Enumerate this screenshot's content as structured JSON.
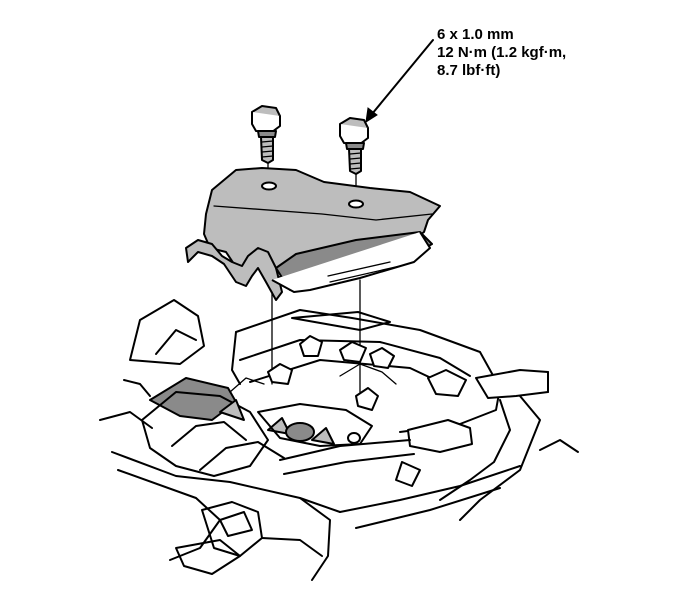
{
  "callout": {
    "line1": "6 x 1.0 mm",
    "line2": "12 N·m (1.2 kgf·m,",
    "line3": "8.7 lbf·ft)"
  },
  "colors": {
    "ink": "#000000",
    "cover_fill": "#bdbdbd",
    "shade": "#8a8a8a",
    "background": "#ffffff"
  }
}
